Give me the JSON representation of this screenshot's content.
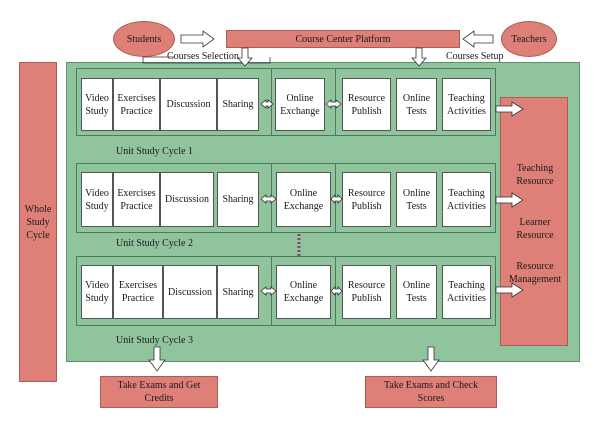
{
  "top": {
    "students": "Students",
    "platform": "Course Center Platform",
    "teachers": "Teachers",
    "courses_selection": "Courses Selection",
    "courses_setup": "Courses Setup"
  },
  "whole_cycle": "Whole Study Cycle",
  "cycles": [
    {
      "label": "Unit Study Cycle 1",
      "student_items": [
        "Video Study",
        "Exercises Practice",
        "Discussion",
        "Sharing"
      ],
      "exchange": "Online Exchange",
      "teacher_items": [
        "Resource Publish",
        "Online Tests",
        "Teaching Activities"
      ]
    },
    {
      "label": "Unit Study Cycle 2",
      "student_items": [
        "Video Study",
        "Exercises Practice",
        "Discussion",
        "Sharing"
      ],
      "exchange": "Online Exchange",
      "teacher_items": [
        "Resource Publish",
        "Online Tests",
        "Teaching Activities"
      ]
    },
    {
      "label": "Unit Study Cycle 3",
      "student_items": [
        "Video Study",
        "Exercises Practice",
        "Discussion",
        "Sharing"
      ],
      "exchange": "Online Exchange",
      "teacher_items": [
        "Resource Publish",
        "Online Tests",
        "Teaching Activities"
      ]
    }
  ],
  "management": {
    "teaching_resource": "Teaching Resource",
    "learner_resource": "Learner Resource",
    "resource_management": "Resource Management"
  },
  "bottom": {
    "student_exam": "Take Exams and Get Credits",
    "teacher_exam": "Take Exams and Check Scores"
  },
  "colors": {
    "salmon": "#de7f78",
    "green": "#8fc49d",
    "white": "#ffffff"
  }
}
